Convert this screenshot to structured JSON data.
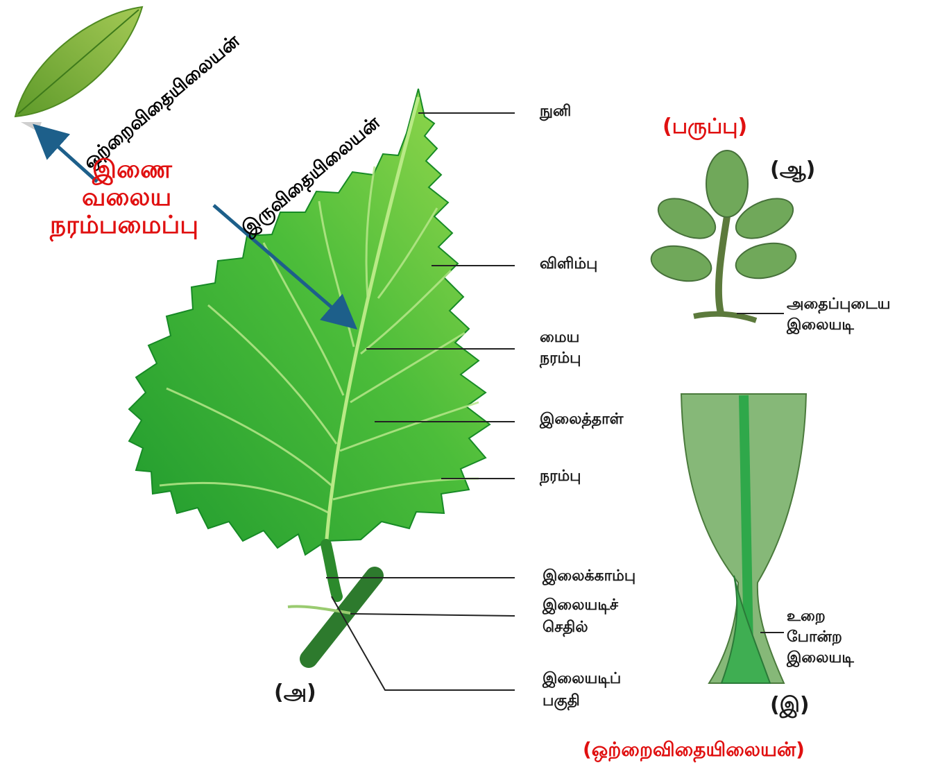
{
  "overlay": {
    "monocot_diag": "ஒற்றைவிதையிலையன்",
    "dicot_diag": "இருவிதையிலையன்",
    "reticulate_line1": "இணை",
    "reticulate_line2": "வலைய",
    "reticulate_line3": "நரம்பமைப்பு",
    "fleshy": "(பருப்பு)",
    "monocot_bottom": "(ஒற்றைவிதையிலையன்)"
  },
  "figure_a": {
    "marker": "(அ)",
    "labels": {
      "apex": "நுனி",
      "margin": "விளிம்பு",
      "midrib_1": "மைய",
      "midrib_2": "நரம்பு",
      "lamina": "இலைத்தாள்",
      "vein": "நரம்பு",
      "petiole": "இலைக்காம்பு",
      "stipule_1": "இலையடிச்",
      "stipule_2": "செதில்",
      "leaf_base_1": "இலையடிப்",
      "leaf_base_2": "பகுதி"
    }
  },
  "figure_aa": {
    "marker": "(ஆ)",
    "label_1": "அதைப்புடைய",
    "label_2": "இலையடி"
  },
  "figure_i": {
    "marker": "(இ)",
    "label_1": "உறை",
    "label_2": "போன்ற",
    "label_3": "இலையடி"
  },
  "colors": {
    "leaf_dark": "#1f9a2e",
    "leaf_light": "#8fd64a",
    "annotation_red": "#e01010",
    "arrow_blue": "#1d5f8a",
    "sheath_fill": "#86b878"
  }
}
